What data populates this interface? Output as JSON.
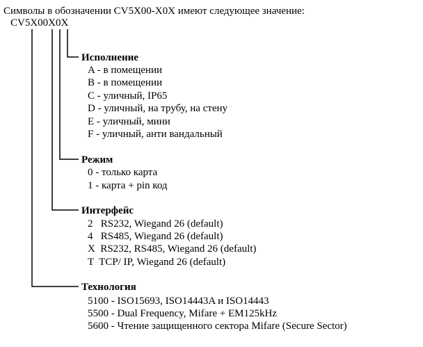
{
  "intro": "Символы в обозначении CV5X00-X0X имеют следующее значение:",
  "code": "CV5X00X0X",
  "sections": [
    {
      "heading": "Исполнение",
      "items": [
        "A - в помещении",
        "B - в помещении",
        "C - уличный, IP65",
        "D - уличный, на трубу, на стену",
        "E - уличный, мини",
        "F - уличный, анти вандальный"
      ]
    },
    {
      "heading": "Режим",
      "items": [
        "0 - только карта",
        "1 - карта + pin код"
      ]
    },
    {
      "heading": "Интерфейс",
      "items": [
        "2   RS232, Wiegand 26 (default)",
        "4   RS485, Wiegand 26 (default)",
        "X  RS232, RS485, Wiegand 26 (default)",
        "T  TCP/ IP, Wiegand 26 (default)"
      ]
    },
    {
      "heading": "Технология",
      "items": [
        "5100 - ISO15693, ISO14443A и ISO14443",
        "5500 - Dual Frequency, Mifare + EM125kHz",
        "5600 - Чтение защищенного сектора Mifare (Secure Sector)"
      ]
    }
  ]
}
